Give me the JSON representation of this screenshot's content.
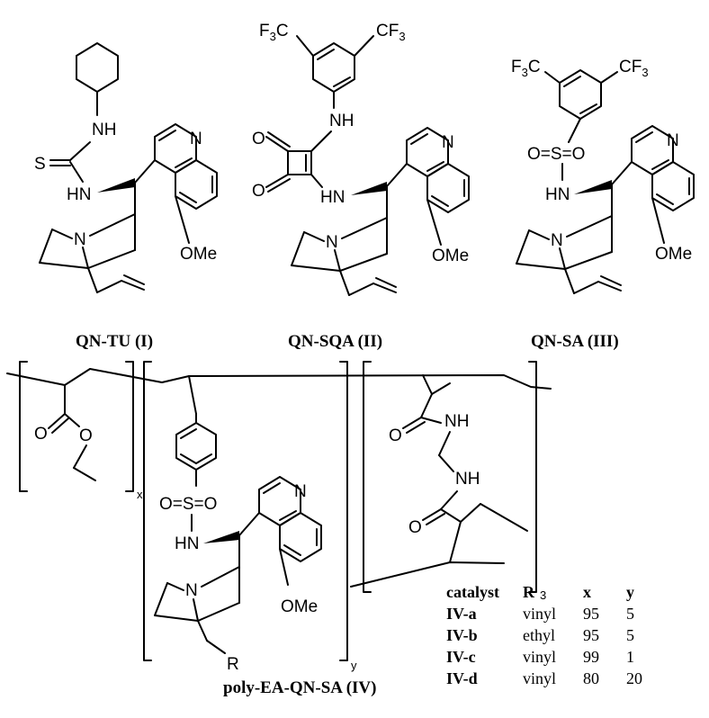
{
  "atoms": {
    "N": "N",
    "NH": "NH",
    "HN": "HN",
    "S": "S",
    "O": "O",
    "OMe": "OMe",
    "R": "R",
    "F3C": "F3C",
    "CF3": "CF3",
    "O_S_O": "O=S=O",
    "O_eq": "O=",
    "O_post": "=O"
  },
  "subscripts": {
    "x": "x",
    "y": "y",
    "three": "3"
  },
  "captions": {
    "qn_tu": "QN-TU (I)",
    "qn_sqa": "QN-SQA (II)",
    "qn_sa": "QN-SA (III)",
    "poly": "poly-EA-QN-SA (IV)"
  },
  "table": {
    "headers": [
      "catalyst",
      "R",
      "x",
      "y"
    ],
    "rows": [
      [
        "IV-a",
        "vinyl",
        "95",
        "5"
      ],
      [
        "IV-b",
        "ethyl",
        "95",
        "5"
      ],
      [
        "IV-c",
        "vinyl",
        "99",
        "1"
      ],
      [
        "IV-d",
        "vinyl",
        "80",
        "20"
      ]
    ]
  }
}
